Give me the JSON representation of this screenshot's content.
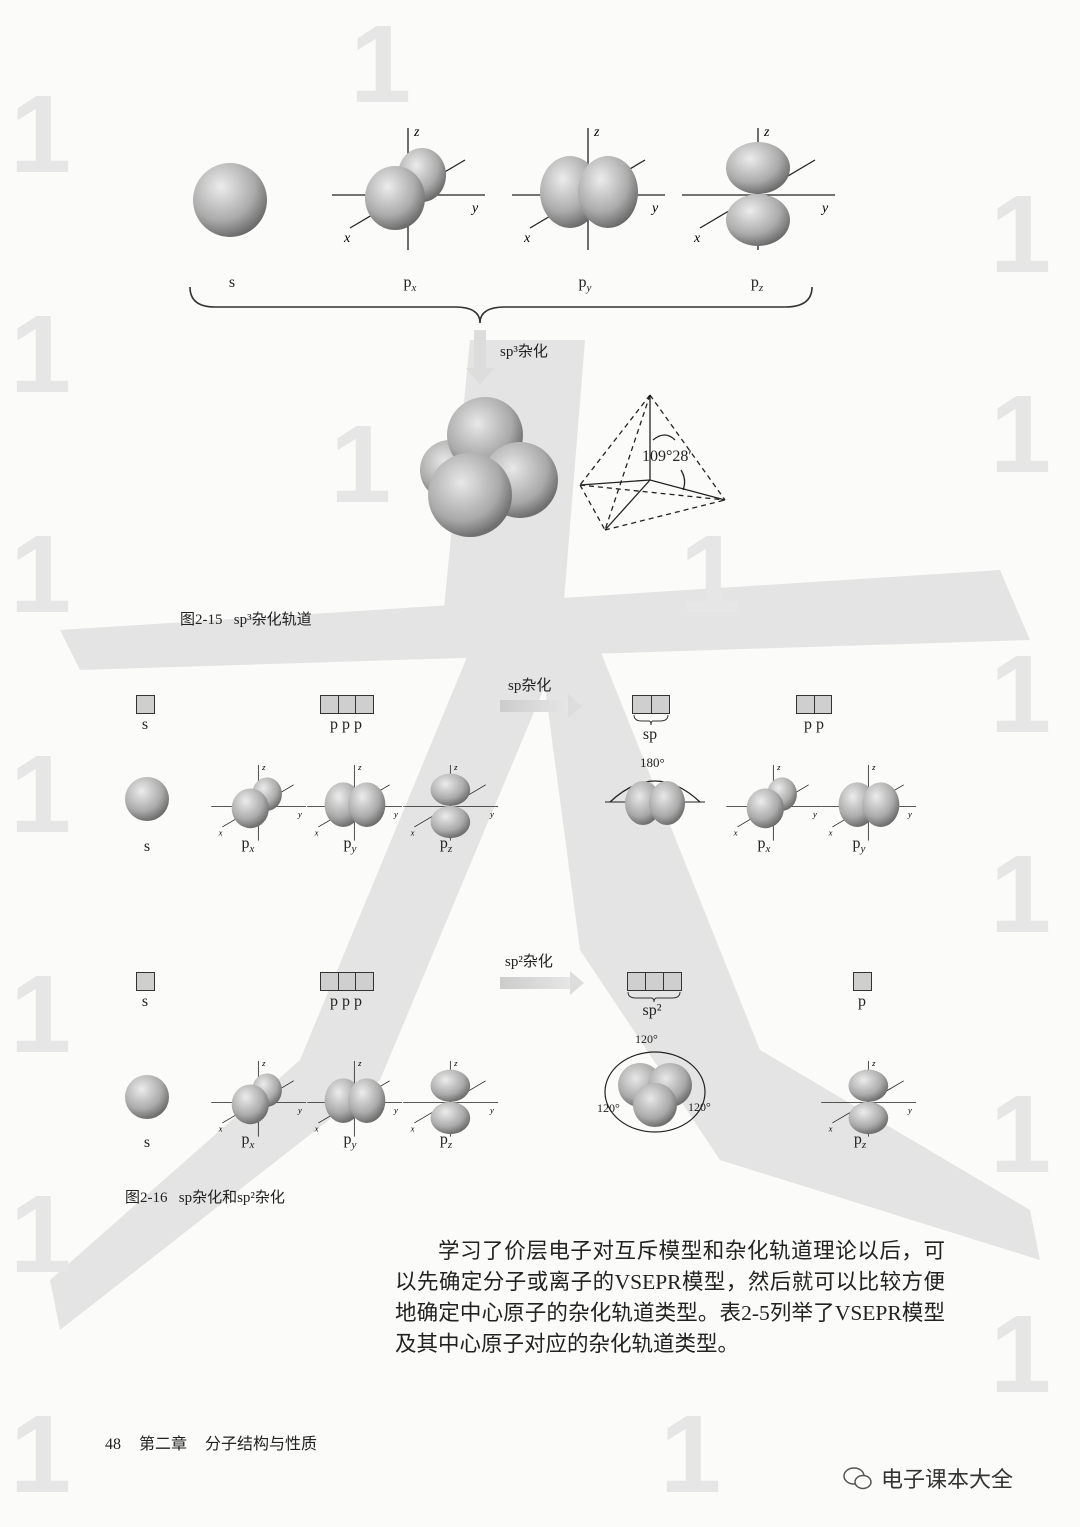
{
  "figure_2_15": {
    "orbitals": [
      {
        "label": "s",
        "sub": ""
      },
      {
        "label": "p",
        "sub": "x"
      },
      {
        "label": "p",
        "sub": "y"
      },
      {
        "label": "p",
        "sub": "z"
      }
    ],
    "axes": {
      "x": "x",
      "y": "y",
      "z": "z"
    },
    "hybridization_label": "sp³杂化",
    "angle": "109°28′",
    "caption_number": "图2-15",
    "caption_text": "sp³杂化轨道"
  },
  "figure_2_16": {
    "sp_row": {
      "arrow_label": "sp杂化",
      "box_labels": {
        "s": "s",
        "p": "p p p",
        "hybrid": "sp",
        "remaining": "p p"
      },
      "orbitals_before": [
        {
          "label": "s",
          "sub": ""
        },
        {
          "label": "p",
          "sub": "x"
        },
        {
          "label": "p",
          "sub": "y"
        },
        {
          "label": "p",
          "sub": "z"
        }
      ],
      "angle": "180°",
      "orbitals_after": [
        {
          "label": "p",
          "sub": "x"
        },
        {
          "label": "p",
          "sub": "y"
        }
      ]
    },
    "sp2_row": {
      "arrow_label": "sp²杂化",
      "box_labels": {
        "s": "s",
        "p": "p p p",
        "hybrid": "sp²",
        "remaining": "p"
      },
      "orbitals_before": [
        {
          "label": "s",
          "sub": ""
        },
        {
          "label": "p",
          "sub": "x"
        },
        {
          "label": "p",
          "sub": "y"
        },
        {
          "label": "p",
          "sub": "z"
        }
      ],
      "angles": [
        "120°",
        "120°",
        "120°"
      ],
      "orbitals_after": [
        {
          "label": "p",
          "sub": "z"
        }
      ]
    },
    "caption_number": "图2-16",
    "caption_text": "sp杂化和sp²杂化"
  },
  "body_text": "学习了价层电子对互斥模型和杂化轨道理论以后，可以先确定分子或离子的VSEPR模型，然后就可以比较方便地确定中心原子的杂化轨道类型。表2-5列举了VSEPR模型及其中心原子对应的杂化轨道类型。",
  "footer": {
    "page_number": "48",
    "chapter": "第二章",
    "chapter_title": "分子结构与性质"
  },
  "watermark": {
    "brand": "电子课本大全",
    "big_char": "大",
    "tile": "1"
  },
  "colors": {
    "orbital": "#b8b8b8",
    "watermark": "#e2e2e2",
    "text": "#222222"
  }
}
